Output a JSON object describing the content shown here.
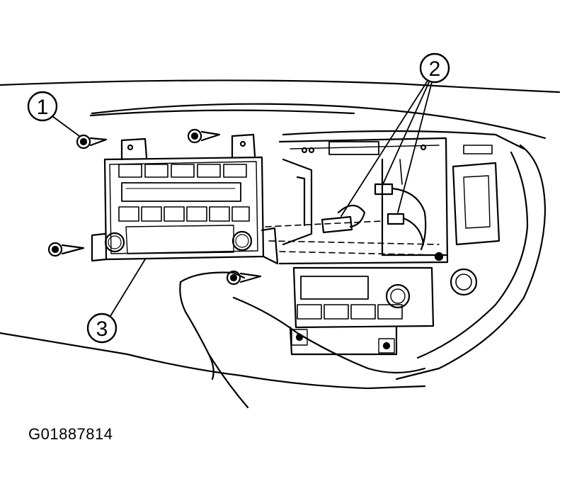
{
  "callouts": [
    {
      "id": "callout-1",
      "label": "1"
    },
    {
      "id": "callout-2",
      "label": "2"
    },
    {
      "id": "callout-3",
      "label": "3"
    }
  ],
  "figure_id": "G01887814"
}
